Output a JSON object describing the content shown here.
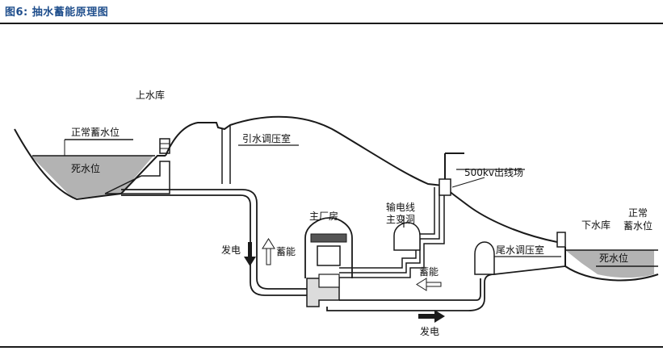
{
  "figure": {
    "title": "图6:  抽水蓄能原理图"
  },
  "labels": {
    "upper_reservoir": "上水库",
    "normal_water_level_upper": "正常蓄水位",
    "dead_water_level_upper": "死水位",
    "headrace_surge_chamber": "引水调压室",
    "outgoing_yard": "500kv出线场",
    "transmission_line": "输电线",
    "main_transformer_cavern": "主变洞",
    "powerhouse": "主厂房",
    "generate_left": "发电",
    "store_left": "蓄能",
    "store_right": "蓄能",
    "generate_bottom": "发电",
    "tailrace_surge_chamber": "尾水调压室",
    "lower_reservoir": "下水库",
    "normal_water_level_lower_1": "正常",
    "normal_water_level_lower_2": "蓄水位",
    "dead_water_level_lower": "死水位"
  },
  "colors": {
    "water": "#b3b3b3",
    "line": "#1a1a1a",
    "title": "#1f4e8c"
  }
}
